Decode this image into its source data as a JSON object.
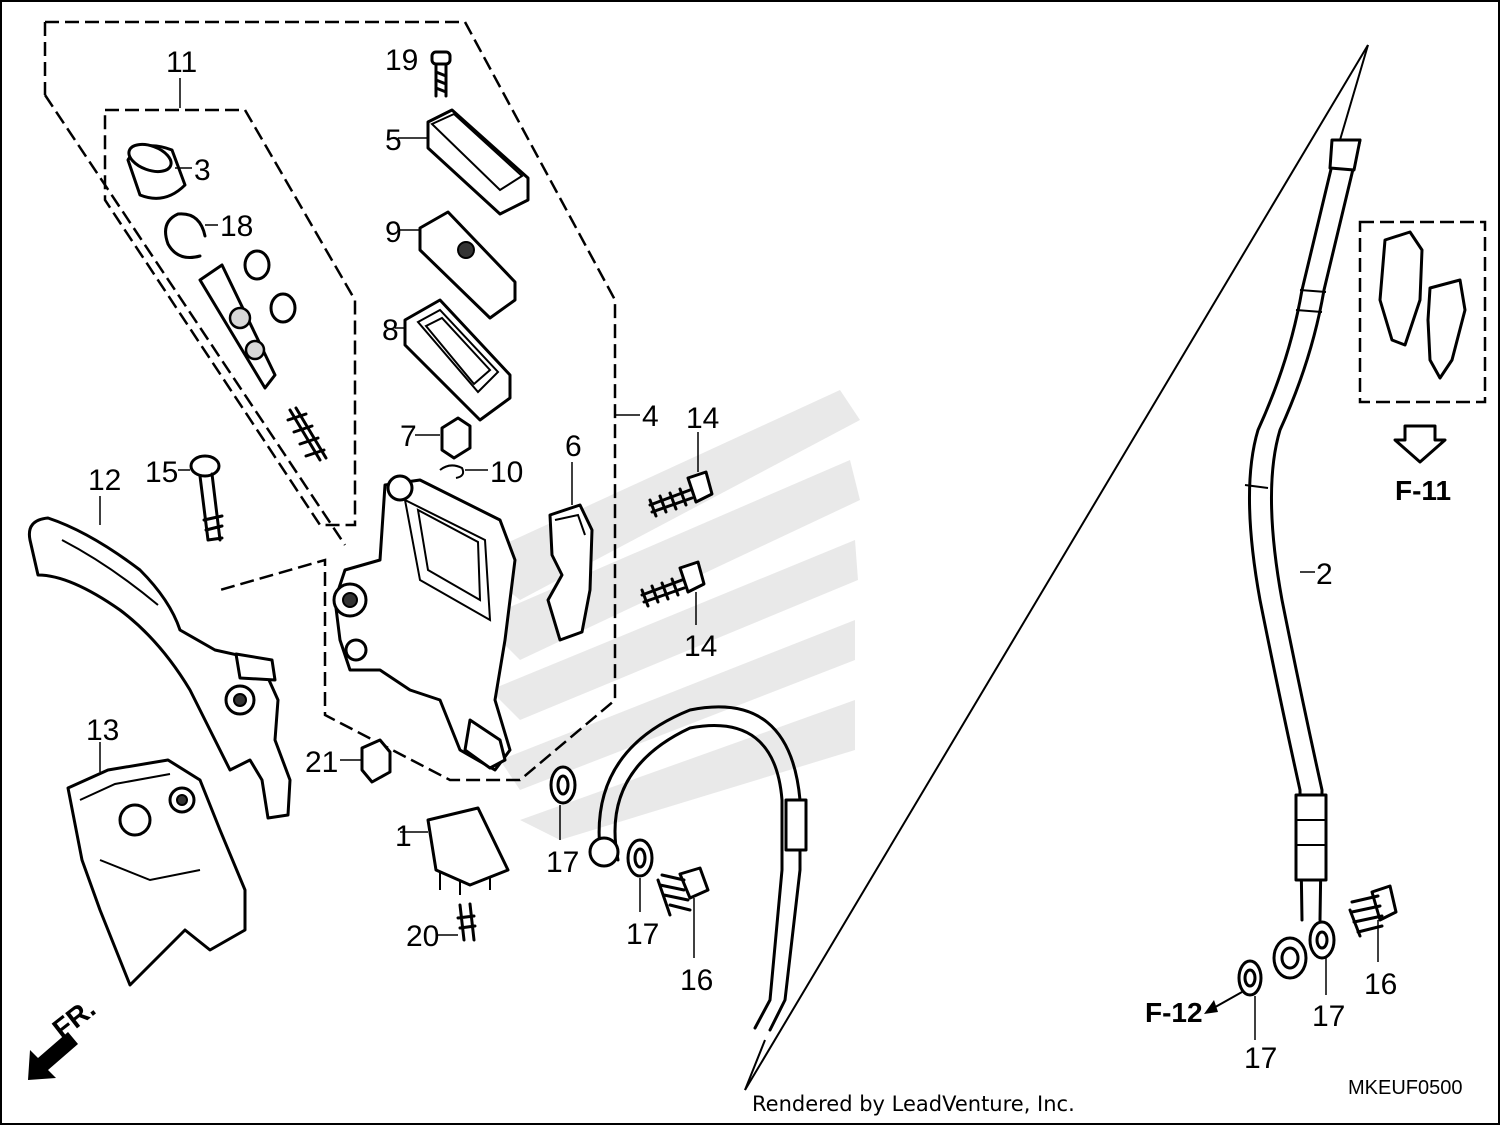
{
  "diagram": {
    "callouts": [
      "1",
      "2",
      "3",
      "4",
      "5",
      "6",
      "7",
      "8",
      "9",
      "10",
      "11",
      "12",
      "13",
      "14",
      "14",
      "15",
      "16",
      "16",
      "17",
      "17",
      "17",
      "17",
      "18",
      "19",
      "20",
      "21"
    ],
    "ref_f11": "F-11",
    "ref_f12": "F-12",
    "direction_label": "FR.",
    "diagram_code": "MKEUF0500",
    "footer": "Rendered by LeadVenture, Inc."
  }
}
